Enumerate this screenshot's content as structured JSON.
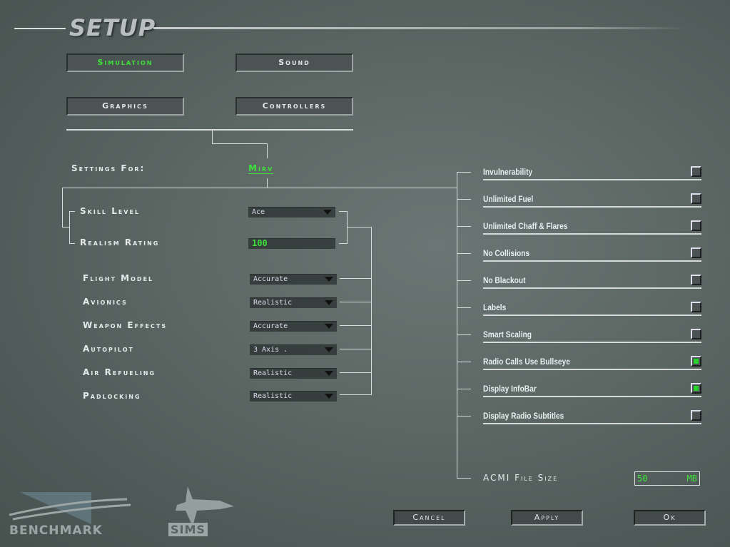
{
  "title": "SETUP",
  "tabs": {
    "simulation": "Simulation",
    "sound": "Sound",
    "graphics": "Graphics",
    "controllers": "Controllers"
  },
  "settings_for": {
    "label": "Settings For:",
    "pilot": "Mirv"
  },
  "skill_level": {
    "label": "Skill Level",
    "value": "Ace"
  },
  "realism_rating": {
    "label": "Realism Rating",
    "value": "100"
  },
  "options": [
    {
      "label": "Flight Model",
      "value": "Accurate"
    },
    {
      "label": "Avionics",
      "value": "Realistic"
    },
    {
      "label": "Weapon Effects",
      "value": "Accurate"
    },
    {
      "label": "Autopilot",
      "value": "3 Axis ."
    },
    {
      "label": "Air Refueling",
      "value": "Realistic"
    },
    {
      "label": "Padlocking",
      "value": "Realistic"
    }
  ],
  "toggles": [
    {
      "label": "Invulnerability",
      "checked": false
    },
    {
      "label": "Unlimited Fuel",
      "checked": false
    },
    {
      "label": "Unlimited Chaff & Flares",
      "checked": false
    },
    {
      "label": "No Collisions",
      "checked": false
    },
    {
      "label": "No Blackout",
      "checked": false
    },
    {
      "label": "Labels",
      "checked": false
    },
    {
      "label": "Smart Scaling",
      "checked": false
    },
    {
      "label": "Radio Calls Use Bullseye",
      "checked": true
    },
    {
      "label": "Display InfoBar",
      "checked": true
    },
    {
      "label": "Display Radio Subtitles",
      "checked": false
    }
  ],
  "acmi": {
    "label": "ACMI File Size",
    "value": "50",
    "unit": "MB"
  },
  "buttons": {
    "cancel": "Cancel",
    "apply": "Apply",
    "ok": "Ok"
  },
  "logo": {
    "text1": "BENCHMARK",
    "text2": "SIMS"
  },
  "colors": {
    "accent": "#3ee13a"
  }
}
